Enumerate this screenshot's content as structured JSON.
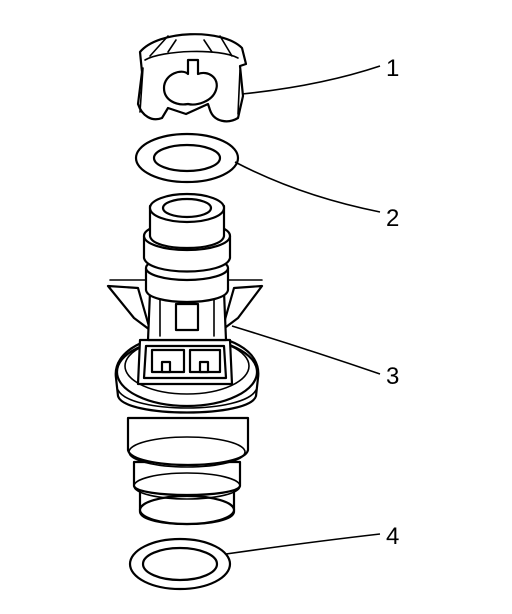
{
  "callouts": [
    {
      "id": "retainer-clip",
      "label": "1"
    },
    {
      "id": "upper-o-ring",
      "label": "2"
    },
    {
      "id": "fuel-injector",
      "label": "3"
    },
    {
      "id": "lower-o-ring",
      "label": "4"
    }
  ]
}
